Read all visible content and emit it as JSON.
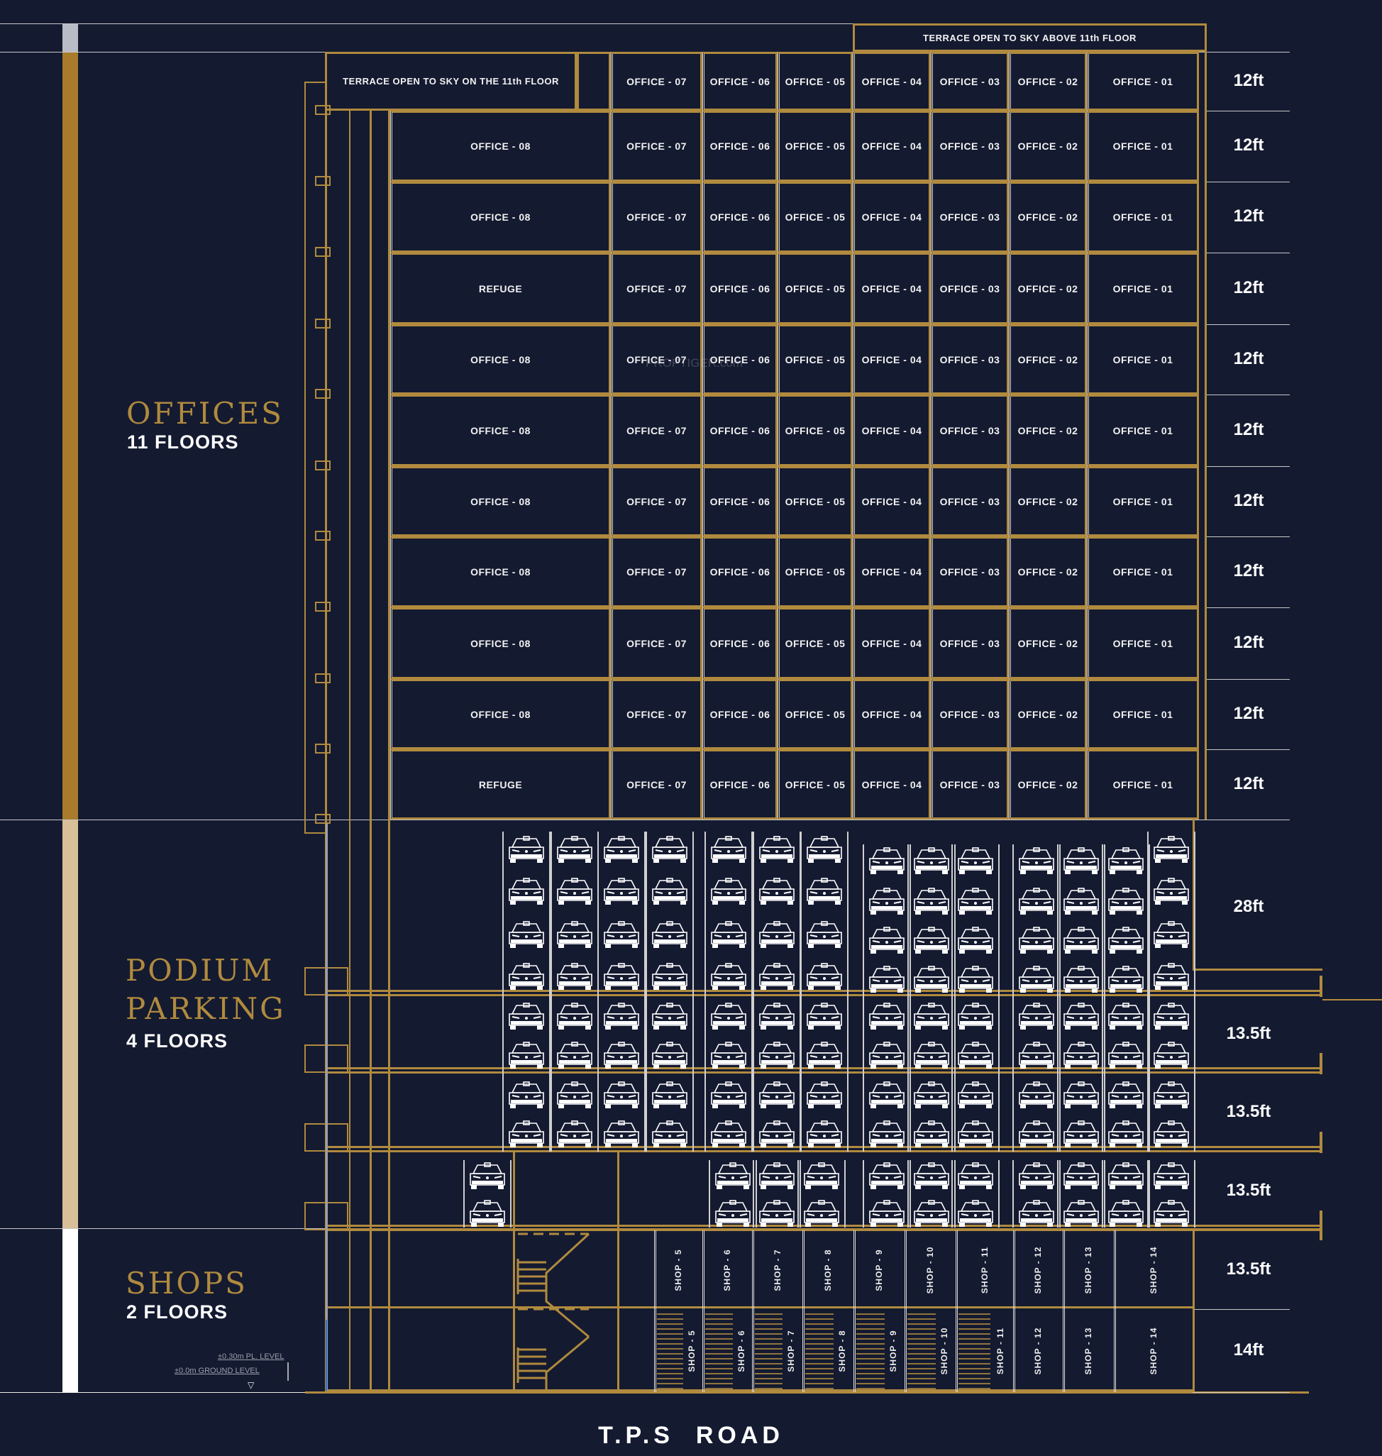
{
  "colors": {
    "background": "#141a30",
    "gold": "#b08a3e",
    "tan": "#d8bf98",
    "white": "#ffffff",
    "gray": "#b8bcc4"
  },
  "terrace_above": "TERRACE OPEN TO SKY ABOVE 11th FLOOR",
  "sections": [
    {
      "title": "OFFICES",
      "subtitle": "11 FLOORS"
    },
    {
      "title_line1": "PODIUM",
      "title_line2": "PARKING",
      "subtitle": "4 FLOORS"
    },
    {
      "title": "SHOPS",
      "subtitle": "2 FLOORS"
    }
  ],
  "office_floors": [
    {
      "left": "TERRACE OPEN TO SKY ON THE 11th FLOOR",
      "units": [
        "OFFICE - 07",
        "OFFICE - 06",
        "OFFICE - 05",
        "OFFICE - 04",
        "OFFICE - 03",
        "OFFICE - 02",
        "OFFICE - 01"
      ],
      "height": "12ft"
    },
    {
      "left": "OFFICE - 08",
      "units": [
        "OFFICE - 07",
        "OFFICE - 06",
        "OFFICE - 05",
        "OFFICE - 04",
        "OFFICE - 03",
        "OFFICE - 02",
        "OFFICE - 01"
      ],
      "height": "12ft"
    },
    {
      "left": "OFFICE - 08",
      "units": [
        "OFFICE - 07",
        "OFFICE - 06",
        "OFFICE - 05",
        "OFFICE - 04",
        "OFFICE - 03",
        "OFFICE - 02",
        "OFFICE - 01"
      ],
      "height": "12ft"
    },
    {
      "left": "REFUGE",
      "units": [
        "OFFICE - 07",
        "OFFICE - 06",
        "OFFICE - 05",
        "OFFICE - 04",
        "OFFICE - 03",
        "OFFICE - 02",
        "OFFICE - 01"
      ],
      "height": "12ft"
    },
    {
      "left": "OFFICE - 08",
      "units": [
        "OFFICE - 07",
        "OFFICE - 06",
        "OFFICE - 05",
        "OFFICE - 04",
        "OFFICE - 03",
        "OFFICE - 02",
        "OFFICE - 01"
      ],
      "height": "12ft"
    },
    {
      "left": "OFFICE - 08",
      "units": [
        "OFFICE - 07",
        "OFFICE - 06",
        "OFFICE - 05",
        "OFFICE - 04",
        "OFFICE - 03",
        "OFFICE - 02",
        "OFFICE - 01"
      ],
      "height": "12ft"
    },
    {
      "left": "OFFICE - 08",
      "units": [
        "OFFICE - 07",
        "OFFICE - 06",
        "OFFICE - 05",
        "OFFICE - 04",
        "OFFICE - 03",
        "OFFICE - 02",
        "OFFICE - 01"
      ],
      "height": "12ft"
    },
    {
      "left": "OFFICE - 08",
      "units": [
        "OFFICE - 07",
        "OFFICE - 06",
        "OFFICE - 05",
        "OFFICE - 04",
        "OFFICE - 03",
        "OFFICE - 02",
        "OFFICE - 01"
      ],
      "height": "12ft"
    },
    {
      "left": "OFFICE - 08",
      "units": [
        "OFFICE - 07",
        "OFFICE - 06",
        "OFFICE - 05",
        "OFFICE - 04",
        "OFFICE - 03",
        "OFFICE - 02",
        "OFFICE - 01"
      ],
      "height": "12ft"
    },
    {
      "left": "OFFICE - 08",
      "units": [
        "OFFICE - 07",
        "OFFICE - 06",
        "OFFICE - 05",
        "OFFICE - 04",
        "OFFICE - 03",
        "OFFICE - 02",
        "OFFICE - 01"
      ],
      "height": "12ft"
    },
    {
      "left": "REFUGE",
      "units": [
        "OFFICE - 07",
        "OFFICE - 06",
        "OFFICE - 05",
        "OFFICE - 04",
        "OFFICE - 03",
        "OFFICE - 02",
        "OFFICE - 01"
      ],
      "height": "12ft"
    }
  ],
  "parking_floors": [
    {
      "height": "28ft"
    },
    {
      "height": "13.5ft"
    },
    {
      "height": "13.5ft"
    },
    {
      "height": "13.5ft"
    }
  ],
  "shop_floors": [
    {
      "height": "13.5ft",
      "shops": [
        "SHOP - 5",
        "SHOP - 6",
        "SHOP - 7",
        "SHOP - 8",
        "SHOP - 9",
        "SHOP - 10",
        "SHOP - 11",
        "SHOP - 12",
        "SHOP - 13",
        "SHOP - 14"
      ]
    },
    {
      "height": "14ft",
      "shops": [
        "SHOP - 5",
        "SHOP - 6",
        "SHOP - 7",
        "SHOP - 8",
        "SHOP - 9",
        "SHOP - 10",
        "SHOP - 11",
        "SHOP - 12",
        "SHOP - 13",
        "SHOP - 14"
      ]
    }
  ],
  "levels": {
    "plinth": "±0.30m  PL. LEVEL",
    "ground": "±0.0m GROUND LEVEL"
  },
  "road": "T.P.S  ROAD",
  "watermark": "PROPTIGER.com"
}
